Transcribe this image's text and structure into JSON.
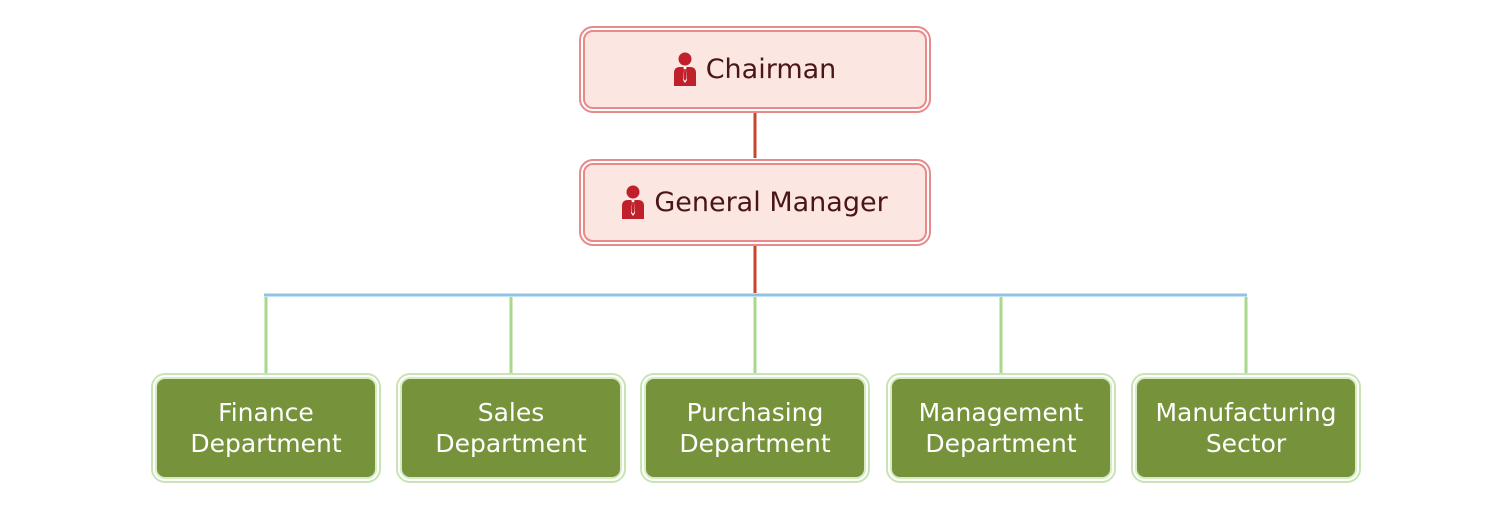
{
  "org_chart": {
    "chairman": {
      "label": "Chairman",
      "icon": "person-icon"
    },
    "general_manager": {
      "label": "General Manager",
      "icon": "person-icon"
    },
    "departments": [
      {
        "label": "Finance\nDepartment"
      },
      {
        "label": "Sales\nDepartment"
      },
      {
        "label": "Purchasing\nDepartment"
      },
      {
        "label": "Management\nDepartment"
      },
      {
        "label": "Manufacturing\nSector"
      }
    ]
  },
  "colors": {
    "executive_fill": "#fbe6e2",
    "executive_border": "#e8898a",
    "executive_text": "#4a1515",
    "icon": "#c0202a",
    "department_fill": "#76923a",
    "department_border": "#c9e4b4",
    "connector_exec": "#c8442a",
    "connector_bus": "#8ec3e6",
    "connector_drop": "#a8d88c"
  }
}
